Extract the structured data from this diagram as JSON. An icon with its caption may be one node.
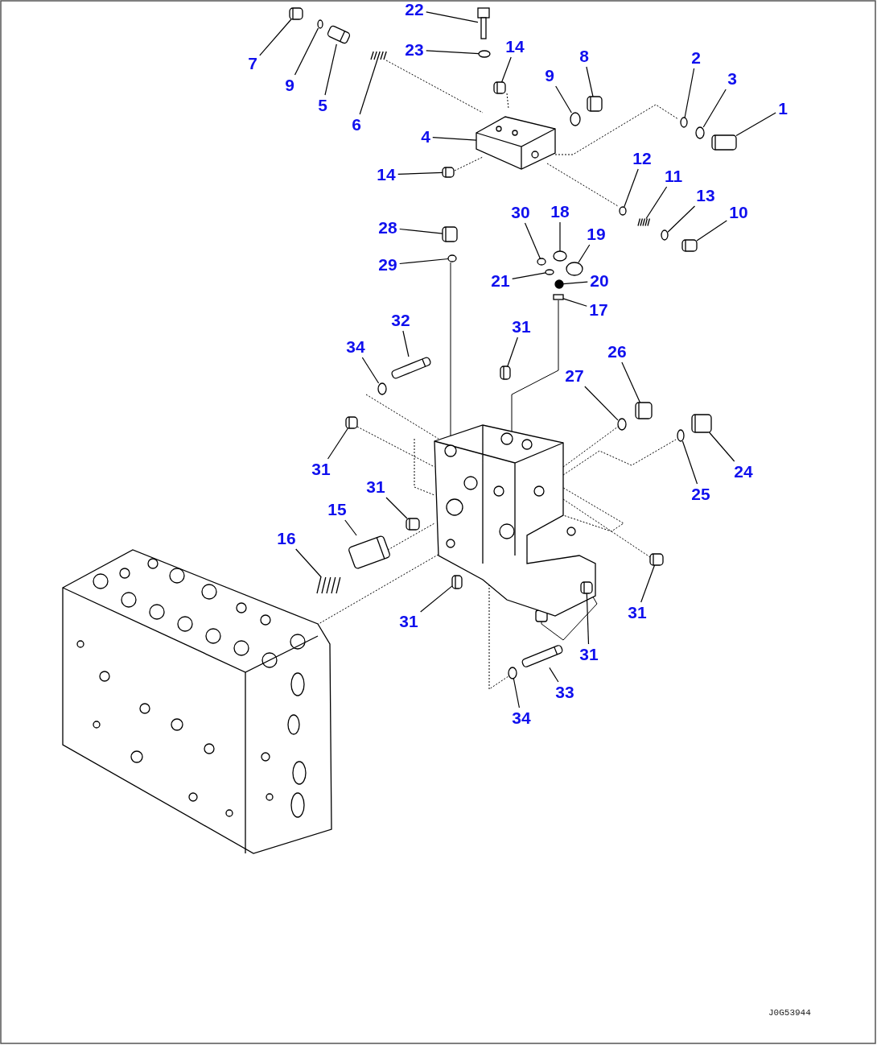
{
  "diagram": {
    "nodes": [
      {
        "text": [
          "7"
        ]
      },
      {
        "text": [
          "9"
        ]
      },
      {
        "text": [
          "5"
        ]
      },
      {
        "text": [
          "6"
        ]
      },
      {
        "text": [
          "22"
        ]
      },
      {
        "text": [
          "23"
        ]
      },
      {
        "text": [
          "14"
        ]
      },
      {
        "text": [
          "8"
        ]
      },
      {
        "text": [
          "9"
        ]
      },
      {
        "text": [
          "4"
        ]
      },
      {
        "text": [
          "2"
        ]
      },
      {
        "text": [
          "3"
        ]
      },
      {
        "text": [
          "1"
        ]
      },
      {
        "text": [
          "14"
        ]
      },
      {
        "text": [
          "12"
        ]
      },
      {
        "text": [
          "11"
        ]
      },
      {
        "text": [
          "13"
        ]
      },
      {
        "text": [
          "10"
        ]
      },
      {
        "text": [
          "28"
        ]
      },
      {
        "text": [
          "29"
        ]
      },
      {
        "text": [
          "30"
        ]
      },
      {
        "text": [
          "18"
        ]
      },
      {
        "text": [
          "19"
        ]
      },
      {
        "text": [
          "21"
        ]
      },
      {
        "text": [
          "20"
        ]
      },
      {
        "text": [
          "17"
        ]
      },
      {
        "text": [
          "32"
        ]
      },
      {
        "text": [
          "34"
        ]
      },
      {
        "text": [
          "31"
        ]
      },
      {
        "text": [
          "26"
        ]
      },
      {
        "text": [
          "27"
        ]
      },
      {
        "text": [
          "31"
        ]
      },
      {
        "text": [
          "31"
        ]
      },
      {
        "text": [
          "15"
        ]
      },
      {
        "text": [
          "16"
        ]
      },
      {
        "text": [
          "31"
        ]
      },
      {
        "text": [
          "24"
        ]
      },
      {
        "text": [
          "25"
        ]
      },
      {
        "text": [
          "31"
        ]
      },
      {
        "text": [
          "31"
        ]
      },
      {
        "text": [
          "33"
        ]
      },
      {
        "text": [
          "34"
        ]
      },
      {
        "text": [],
        "shape": "picture"
      },
      {
        "text": [],
        "shape": "circle"
      },
      {
        "text": [],
        "shape": "picture"
      },
      {
        "text": [],
        "shape": "picture"
      },
      {
        "text": [],
        "shape": "picture"
      },
      {
        "text": [],
        "shape": "circle"
      },
      {
        "text": [],
        "shape": "picture"
      },
      {
        "text": [],
        "shape": "picture"
      },
      {
        "text": [],
        "shape": "circle"
      },
      {
        "text": [],
        "shape": "picture"
      },
      {
        "text": [],
        "shape": "circle"
      },
      {
        "text": [],
        "shape": "circle"
      },
      {
        "text": [],
        "shape": "picture"
      },
      {
        "text": [],
        "shape": "picture"
      },
      {
        "text": [],
        "shape": "circle"
      },
      {
        "text": [],
        "shape": "picture"
      },
      {
        "text": [],
        "shape": "circle"
      },
      {
        "text": [],
        "shape": "picture"
      },
      {
        "text": [],
        "shape": "picture"
      },
      {
        "text": [],
        "shape": "circle"
      },
      {
        "text": [],
        "shape": "circle"
      },
      {
        "text": [],
        "shape": "circle"
      },
      {
        "text": [],
        "shape": "circle"
      },
      {
        "text": [],
        "shape": "circle"
      },
      {
        "text": [],
        "shape": "circle"
      },
      {
        "text": [],
        "shape": "box"
      },
      {
        "text": [],
        "shape": "picture"
      },
      {
        "text": [],
        "shape": "circle"
      },
      {
        "text": [],
        "shape": "picture"
      },
      {
        "text": [],
        "shape": "picture"
      },
      {
        "text": [],
        "shape": "circle"
      },
      {
        "text": [],
        "shape": "picture"
      },
      {
        "text": [],
        "shape": "picture"
      },
      {
        "text": [],
        "shape": "picture"
      },
      {
        "text": [],
        "shape": "picture"
      },
      {
        "text": [],
        "shape": "picture"
      },
      {
        "text": [],
        "shape": "picture"
      },
      {
        "text": [],
        "shape": "circle"
      },
      {
        "text": [],
        "shape": "picture"
      },
      {
        "text": [],
        "shape": "picture"
      },
      {
        "text": [],
        "shape": "picture"
      },
      {
        "text": [],
        "shape": "circle"
      }
    ],
    "edges": [
      {
        "from": 0,
        "to": 42,
        "arrow": "none"
      },
      {
        "from": 1,
        "to": 43,
        "arrow": "none"
      },
      {
        "from": 2,
        "to": 44,
        "arrow": "none"
      },
      {
        "from": 3,
        "to": 45,
        "arrow": "none"
      },
      {
        "from": 4,
        "to": 46,
        "arrow": "none"
      },
      {
        "from": 5,
        "to": 47,
        "arrow": "none"
      },
      {
        "from": 6,
        "to": 48,
        "arrow": "none"
      },
      {
        "from": 7,
        "to": 49,
        "arrow": "none"
      },
      {
        "from": 8,
        "to": 50,
        "arrow": "none"
      },
      {
        "from": 9,
        "to": 51,
        "arrow": "none"
      },
      {
        "from": 10,
        "to": 52,
        "arrow": "none"
      },
      {
        "from": 11,
        "to": 53,
        "arrow": "none"
      },
      {
        "from": 12,
        "to": 54,
        "arrow": "none"
      },
      {
        "from": 13,
        "to": 55,
        "arrow": "none"
      },
      {
        "from": 14,
        "to": 56,
        "arrow": "none"
      },
      {
        "from": 15,
        "to": 57,
        "arrow": "none"
      },
      {
        "from": 16,
        "to": 58,
        "arrow": "none"
      },
      {
        "from": 17,
        "to": 59,
        "arrow": "none"
      },
      {
        "from": 18,
        "to": 60,
        "arrow": "none"
      },
      {
        "from": 19,
        "to": 61,
        "arrow": "none"
      },
      {
        "from": 20,
        "to": 62,
        "arrow": "none"
      },
      {
        "from": 21,
        "to": 63,
        "arrow": "none"
      },
      {
        "from": 22,
        "to": 64,
        "arrow": "none"
      },
      {
        "from": 23,
        "to": 65,
        "arrow": "none"
      },
      {
        "from": 24,
        "to": 66,
        "arrow": "none"
      },
      {
        "from": 25,
        "to": 67,
        "arrow": "none"
      },
      {
        "from": 26,
        "to": 68,
        "arrow": "none"
      },
      {
        "from": 27,
        "to": 69,
        "arrow": "none"
      },
      {
        "from": 28,
        "to": 70,
        "arrow": "none"
      },
      {
        "from": 29,
        "to": 71,
        "arrow": "none"
      },
      {
        "from": 30,
        "to": 72,
        "arrow": "none"
      },
      {
        "from": 31,
        "to": 73,
        "arrow": "none"
      },
      {
        "from": 32,
        "to": 74,
        "arrow": "none"
      },
      {
        "from": 33,
        "to": 75,
        "arrow": "none"
      },
      {
        "from": 34,
        "to": 76,
        "arrow": "none"
      },
      {
        "from": 35,
        "to": 77,
        "arrow": "none"
      },
      {
        "from": 36,
        "to": 78,
        "arrow": "none"
      },
      {
        "from": 37,
        "to": 79,
        "arrow": "none"
      },
      {
        "from": 38,
        "to": 80,
        "arrow": "none"
      },
      {
        "from": 39,
        "to": 81,
        "arrow": "none"
      },
      {
        "from": 40,
        "to": 82,
        "arrow": "none"
      },
      {
        "from": 41,
        "to": 83,
        "arrow": "none"
      }
    ],
    "labels": [
      "J0G53944"
    ]
  }
}
